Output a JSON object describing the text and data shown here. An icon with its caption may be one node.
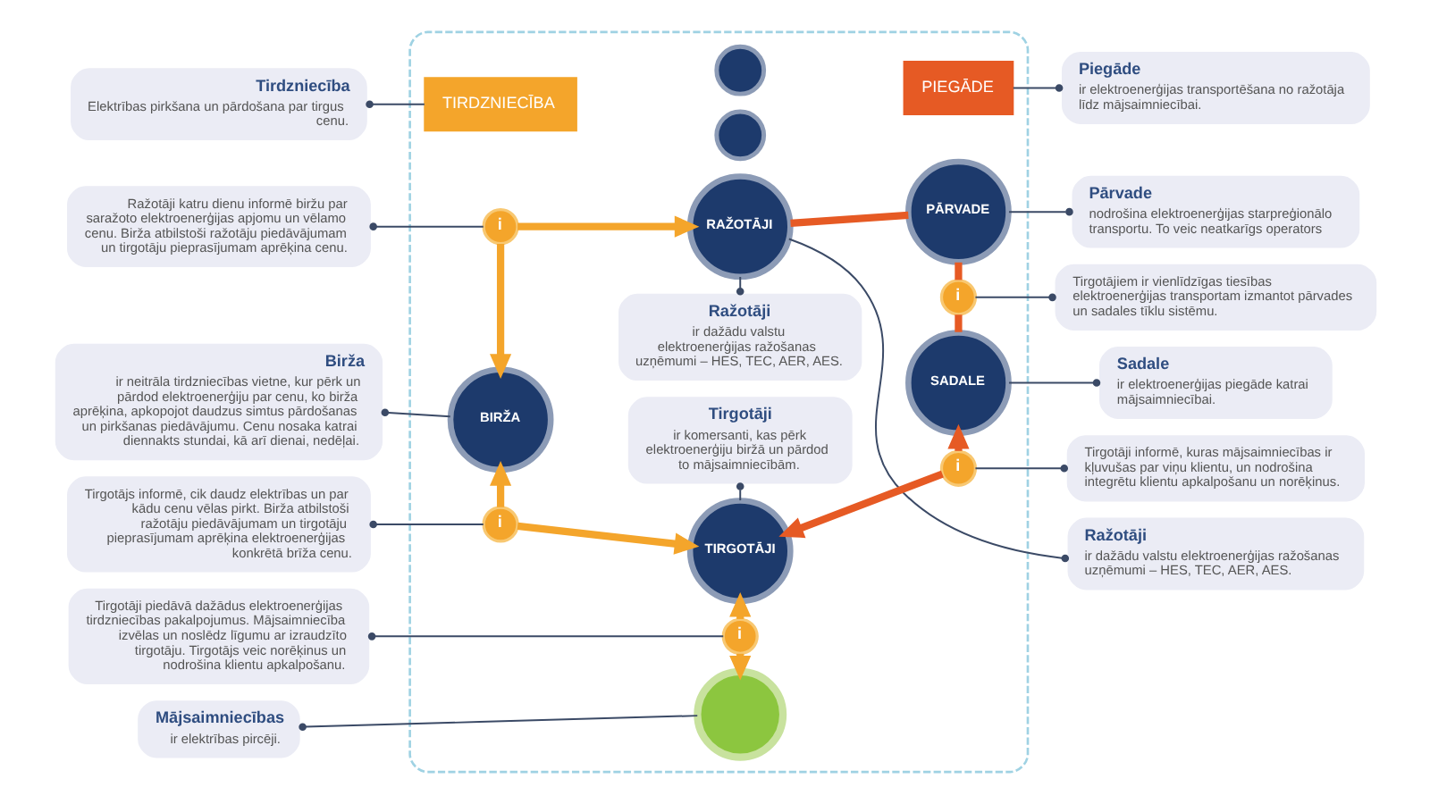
{
  "diagram": {
    "nodes": [
      {
        "text": [],
        "shape": "box"
      },
      {
        "text": [
          "RAŽOTĀJI"
        ],
        "in": 0
      },
      {
        "text": [],
        "shape": "circle",
        "in": 0
      },
      {
        "text": [],
        "shape": "circle",
        "in": 0
      },
      {
        "text": [
          "TIRDZNIECĪBA"
        ],
        "in": 0
      },
      {
        "text": [
          "PIEGĀDE"
        ],
        "in": 0
      },
      {
        "text": [
          "i"
        ],
        "in": 0
      },
      {
        "text": [
          "BIRŽA"
        ],
        "in": 0
      },
      {
        "text": [
          "PĀRVADE"
        ],
        "in": 0
      },
      {
        "text": [
          "Ražotāji",
          "ir dažādu valstu elektroenerģijas ražošanas uzņēmumi – HES, TEC, AER, AES."
        ],
        "in": 0
      },
      {
        "text": [
          "i"
        ],
        "in": 0
      },
      {
        "text": [
          "Tirgotāji",
          "ir komersanti, kas pērk elektroenerģiju biržā un pārdod to mājsaimniecībām."
        ],
        "in": 0
      },
      {
        "text": [
          "i"
        ],
        "in": 0
      },
      {
        "text": [
          "SADALE"
        ],
        "in": 0
      },
      {
        "text": [
          "TIRGOTĀJI"
        ],
        "in": 0
      },
      {
        "text": [
          "i"
        ],
        "in": 0
      },
      {
        "text": [
          "i"
        ],
        "in": 0
      },
      {
        "text": [],
        "shape": "circle",
        "in": 0
      },
      {
        "text": [
          "Tirdzniecība",
          "Elektrības pirkšana un pārdošana par tirgus cenu."
        ]
      },
      {
        "text": [
          "Ražotāji katru dienu informē biržu par saražoto elektroenerģijas apjomu un vēlamo cenu. Birža atbilstoši ražotāju piedāvājumam un tirgotāju pieprasījumam aprēķina cenu."
        ]
      },
      {
        "text": [
          "Birža",
          "ir neitrāla tirdzniecības vietne, kur pērk un pārdod elektroenerģiju par cenu, ko birža aprēķina, apkopojot daudzus simtus pārdošanas un pirkšanas piedāvājumu. Cenu nosaka katrai diennakts stundai, kā arī dienai, nedēļai."
        ]
      },
      {
        "text": [
          "Tirgotājs informē, cik daudz elektrības un par kādu cenu vēlas pirkt. Birža atbilstoši ražotāju piedāvājumam un tirgotāju pieprasījumam aprēķina elektroenerģijas konkrētā brīža cenu."
        ]
      },
      {
        "text": [
          "Tirgotāji piedāvā dažādus elektroenerģijas tirdzniecības pakalpojumus. Mājsaimniecība izvēlas un noslēdz līgumu ar izraudzīto tirgotāju. Tirgotājs veic norēķinus un nodrošina klientu apkalpošanu."
        ]
      },
      {
        "text": [
          "Mājsaimniecības",
          "ir elektrības pircēji."
        ]
      },
      {
        "text": [
          "Piegāde",
          "ir elektroenerģijas transportēšana no ražotāja līdz mājsaimniecībai."
        ]
      },
      {
        "text": [
          "Ražotāji",
          "ir dažādu valstu elektroenerģijas ražošanas uzņēmumi – HES, TEC, AER, AES."
        ]
      },
      {
        "text": [
          "Pārvade",
          "nodrošina elektroenerģijas starpreģionālo transportu. To veic neatkarīgs operators"
        ]
      },
      {
        "text": [
          "Tirgotājiem ir vienlīdzīgas tiesības elektroenerģijas transportam izmantot pārvades un sadales tīklu sistēmu."
        ]
      },
      {
        "text": [
          "Sadale",
          "ir elektroenerģijas piegāde katrai mājsaimniecībai."
        ]
      },
      {
        "text": [
          "Tirgotāji informē, kuras mājsaimniecības ir kļuvušas par viņu klientu, un nodrošina integrētu klientu apkalpošanu un norēķinus."
        ]
      }
    ],
    "edges": [
      {
        "from": 6,
        "to": 1,
        "arrow": "to",
        "style": "thick",
        "color": "#f4a52b"
      },
      {
        "from": 6,
        "to": 7,
        "arrow": "to",
        "style": "thick",
        "color": "#f4a52b"
      },
      {
        "from": 1,
        "to": 25,
        "arrow": "other"
      },
      {
        "from": 1,
        "to": 8,
        "arrow": "none",
        "style": "thick",
        "color": "#e65a24"
      },
      {
        "from": 8,
        "to": 10,
        "arrow": "none",
        "style": "thick",
        "color": "#e65a24"
      },
      {
        "from": 10,
        "to": 13,
        "arrow": "none",
        "style": "thick",
        "color": "#e65a24"
      },
      {
        "from": 12,
        "to": 7,
        "arrow": "to",
        "style": "thick",
        "color": "#f4a52b"
      },
      {
        "from": 12,
        "to": 14,
        "arrow": "to",
        "style": "thick",
        "color": "#f4a52b"
      },
      {
        "from": 15,
        "to": 13,
        "arrow": "to",
        "style": "thick",
        "color": "#e65a24"
      },
      {
        "from": 15,
        "to": 14,
        "arrow": "to",
        "style": "thick",
        "color": "#e65a24"
      },
      {
        "from": 16,
        "to": 14,
        "arrow": "to",
        "style": "thick",
        "color": "#f4a52b"
      },
      {
        "from": 16,
        "to": 17,
        "arrow": "to",
        "style": "thick",
        "color": "#f4a52b"
      },
      {
        "from": 9,
        "to": 1,
        "arrow": "other"
      },
      {
        "from": 11,
        "to": 14,
        "arrow": "other"
      },
      {
        "from": 18,
        "to": 4,
        "arrow": "other"
      },
      {
        "from": 19,
        "to": 6,
        "arrow": "other"
      },
      {
        "from": 20,
        "to": 7,
        "arrow": "other"
      },
      {
        "from": 21,
        "to": 12,
        "arrow": "other"
      },
      {
        "from": 22,
        "to": 16,
        "arrow": "other"
      },
      {
        "from": 23,
        "to": 17,
        "arrow": "other"
      },
      {
        "from": 5,
        "to": 24,
        "arrow": "other"
      },
      {
        "from": 8,
        "to": 26,
        "arrow": "other"
      },
      {
        "from": 10,
        "to": 27,
        "arrow": "other"
      },
      {
        "from": 13,
        "to": 28,
        "arrow": "other"
      },
      {
        "from": 15,
        "to": 29,
        "arrow": "other"
      }
    ]
  }
}
